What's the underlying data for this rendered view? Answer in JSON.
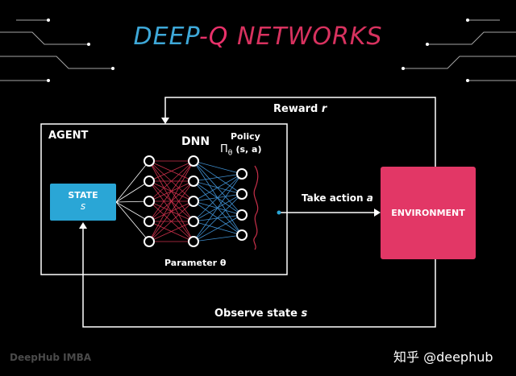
{
  "title": {
    "part1": "DEEP",
    "part2": "-Q",
    "part3": "NETWORKS"
  },
  "agent_label": "AGENT",
  "dnn_label": "DNN",
  "policy_label": "Policy",
  "policy_symbol": "Π",
  "policy_subscript": "θ",
  "policy_args": "(s, a)",
  "state_box": {
    "label": "STATE",
    "var": "s"
  },
  "environment_box": {
    "label": "ENVIRONMENT"
  },
  "parameter_label": "Parameter θ",
  "reward_label": "Reward",
  "reward_var": "r",
  "action_label": "Take action",
  "action_var": "a",
  "observe_label": "Observe state",
  "observe_var": "s",
  "watermark_left": "DeepHub IMBA",
  "watermark_right": "知乎 @deephub",
  "colors": {
    "background": "#000000",
    "state": "#2aa6d6",
    "environment": "#e23766",
    "red_edges": "#c8304a",
    "blue_edges": "#3f8fd0"
  }
}
